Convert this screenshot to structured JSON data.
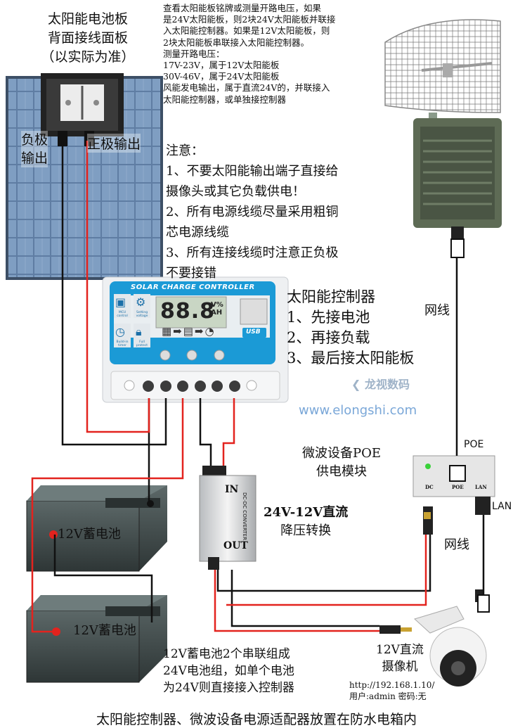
{
  "panel": {
    "title": [
      "太阳能电池板",
      "背面接线面板",
      "（以实际为准）"
    ],
    "neg_label": [
      "负极",
      "输出"
    ],
    "pos_label": "正极输出"
  },
  "note": [
    "查看太阳能板铭牌或测量开路电压，如果",
    "是24V太阳能板，则2块24V太阳能板并联接",
    "入太阳能控制器。如果是12V太阳能板，则",
    "2块太阳能板串联接入太阳能控制器。",
    "测量开路电压：",
    "17V-23V，属于12V太阳能板",
    "30V-46V，属于24V太阳能板",
    "风能发电输出，属于直流24V的，并联接入",
    "太阳能控制器，或单独接控制器"
  ],
  "attention": [
    "注意：",
    "1、不要太阳能输出端子直接给",
    "摄像头或其它负载供电！",
    "2、所有电源线缆尽量采用粗铜",
    "芯电源线缆",
    "3、所有连接线缆时注意正负极",
    "不要接错"
  ],
  "controller": {
    "title": "太阳能控制器",
    "steps": [
      "1、先接电池",
      "2、再接负载",
      "3、最后接太阳能板"
    ],
    "device_label": "SOLAR CHARGE CONTROLLER",
    "display": "88.8",
    "units": [
      "V%",
      "AH"
    ],
    "icons": [
      "MCU control",
      "Setting voltage",
      "Build-in timer",
      "Full protect"
    ],
    "usb": "USB"
  },
  "watermark": {
    "logo": "龙视数码",
    "url": "www.elongshi.com"
  },
  "cable_labels": {
    "top": "网线",
    "bottom": "网线"
  },
  "poe": {
    "title": [
      "微波设备POE",
      "供电模块"
    ],
    "tag": "POE",
    "lan_tag": "LAN",
    "ports": [
      "DC",
      "POE",
      "LAN"
    ]
  },
  "converter": {
    "title": [
      "24V-12V直流",
      "降压转换"
    ],
    "in": "IN",
    "out": "OUT",
    "body": "DC-DC CONVERTER"
  },
  "batteries": {
    "label": "12V蓄电池"
  },
  "battery_series": [
    "12V蓄电池2个串联组成",
    "24V电池组，如单个电池",
    "为24V则直接接入控制器"
  ],
  "camera": {
    "label": [
      "12V直流",
      "摄像机"
    ],
    "url": "http://192.168.1.10/",
    "login": "用户:admin 密码:无"
  },
  "footer": "太阳能控制器、微波设备电源适配器放置在防水电箱内",
  "colors": {
    "red_wire": "#e3231e",
    "black_wire": "#111111",
    "controller_blue": "#1b9ad6",
    "battery": "#3f4a4a"
  }
}
